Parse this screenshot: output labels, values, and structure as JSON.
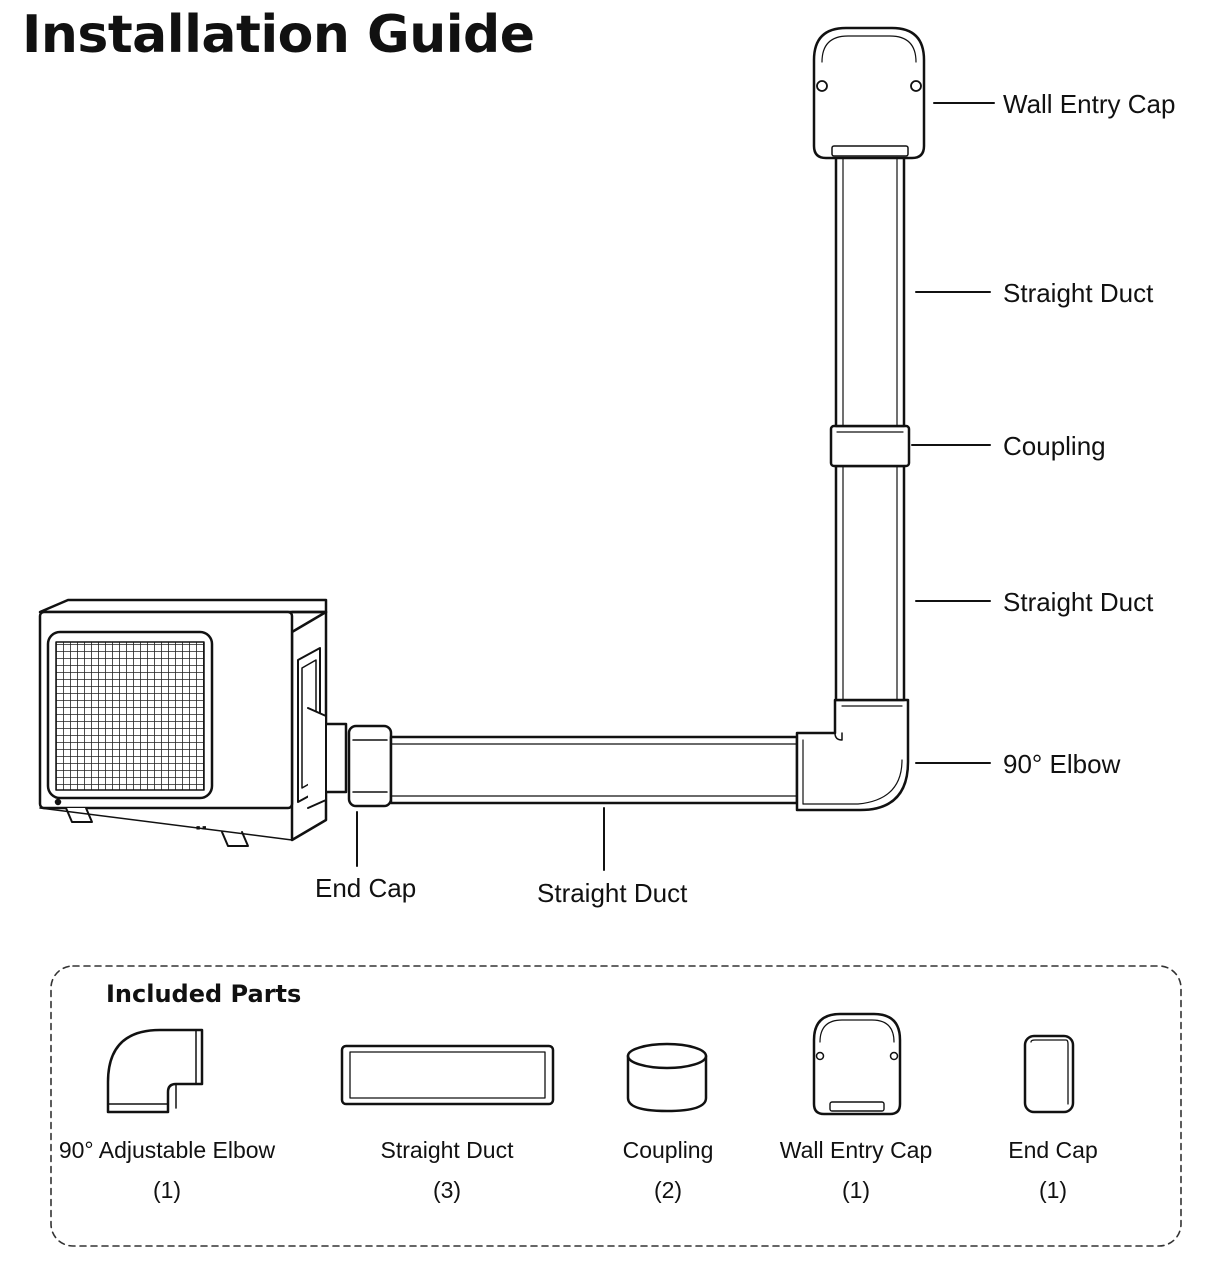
{
  "title": "Installation Guide",
  "callouts": {
    "wall_entry_cap": "Wall Entry Cap",
    "straight_duct_upper": "Straight Duct",
    "coupling": "Coupling",
    "straight_duct_lower": "Straight Duct",
    "elbow": "90° Elbow",
    "end_cap": "End Cap",
    "straight_duct_horizontal": "Straight Duct"
  },
  "included_parts": {
    "heading": "Included Parts",
    "items": [
      {
        "name": "90° Adjustable Elbow",
        "qty": "(1)",
        "icon": "elbow-icon"
      },
      {
        "name": "Straight Duct",
        "qty": "(3)",
        "icon": "straight-duct-icon"
      },
      {
        "name": "Coupling",
        "qty": "(2)",
        "icon": "coupling-icon"
      },
      {
        "name": "Wall Entry Cap",
        "qty": "(1)",
        "icon": "wall-entry-cap-icon"
      },
      {
        "name": "End Cap",
        "qty": "(1)",
        "icon": "end-cap-icon"
      }
    ]
  },
  "colors": {
    "line": "#111111",
    "background": "#ffffff"
  }
}
